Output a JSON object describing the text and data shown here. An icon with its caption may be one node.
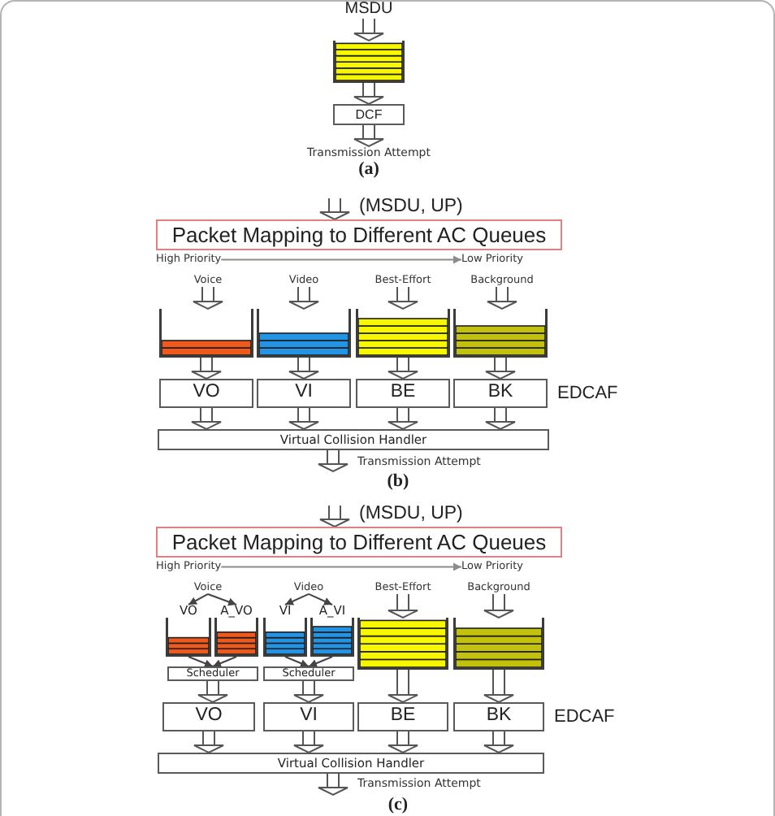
{
  "diagram": {
    "nodes": [
      {
        "text": [
          "MSDU"
        ]
      },
      {
        "text": [],
        "shape": "box"
      },
      {
        "text": [
          "DCF"
        ]
      },
      {
        "text": [
          "Transmission Attempt"
        ]
      },
      {
        "text": [
          "Packet Mapping to Different AC Queues"
        ]
      },
      {
        "text": [
          "High Priority"
        ]
      },
      {
        "text": [
          "Low Priority"
        ]
      },
      {
        "text": [
          "Voice"
        ]
      },
      {
        "text": [
          "Video"
        ]
      },
      {
        "text": [
          "Best-Effort"
        ]
      },
      {
        "text": [
          "Background"
        ]
      },
      {
        "text": [],
        "shape": "box"
      },
      {
        "text": [],
        "shape": "box"
      },
      {
        "text": [],
        "shape": "box"
      },
      {
        "text": [],
        "shape": "box"
      },
      {
        "text": [
          "VO"
        ]
      },
      {
        "text": [
          "VI"
        ]
      },
      {
        "text": [
          "BE"
        ]
      },
      {
        "text": [
          "BK"
        ]
      },
      {
        "text": [
          "Virtual Collision Handler"
        ]
      },
      {
        "text": [
          "Packet Mapping to Different AC Queues"
        ]
      },
      {
        "text": [
          "High Priority"
        ]
      },
      {
        "text": [
          "Low Priority"
        ]
      },
      {
        "text": [
          "Voice"
        ]
      },
      {
        "text": [
          "Video"
        ]
      },
      {
        "text": [
          "Best-Effort"
        ]
      },
      {
        "text": [
          "Background"
        ]
      },
      {
        "text": [
          "VO"
        ]
      },
      {
        "text": [
          "A_VO"
        ]
      },
      {
        "text": [
          "VI"
        ]
      },
      {
        "text": [
          "A_VI"
        ]
      },
      {
        "text": [],
        "shape": "box"
      },
      {
        "text": [],
        "shape": "box"
      },
      {
        "text": [
          "Scheduler"
        ]
      },
      {
        "text": [
          "Scheduler"
        ]
      },
      {
        "text": [
          "VO"
        ]
      },
      {
        "text": [
          "VI"
        ]
      },
      {
        "text": [
          "BE"
        ]
      },
      {
        "text": [
          "BK"
        ]
      },
      {
        "text": [
          "Virtual Collision Handler"
        ]
      }
    ],
    "edges": [
      {
        "from": 0,
        "to": 1,
        "arrow": "to"
      },
      {
        "from": 1,
        "to": 2,
        "arrow": "to"
      },
      {
        "from": 2,
        "to": 3,
        "arrow": "to"
      },
      {
        "from": null,
        "to": 4,
        "arrow": "to",
        "label": "(MSDU, UP)"
      },
      {
        "from": 5,
        "to": 6,
        "arrow": "to"
      },
      {
        "from": 7,
        "to": 11,
        "arrow": "to"
      },
      {
        "from": 8,
        "to": 12,
        "arrow": "to"
      },
      {
        "from": 9,
        "to": 13,
        "arrow": "to"
      },
      {
        "from": 10,
        "to": 14,
        "arrow": "to"
      },
      {
        "from": 11,
        "to": 15,
        "arrow": "to"
      },
      {
        "from": 12,
        "to": 16,
        "arrow": "to"
      },
      {
        "from": 13,
        "to": 17,
        "arrow": "to"
      },
      {
        "from": 14,
        "to": 18,
        "arrow": "to"
      },
      {
        "from": 15,
        "to": 19,
        "arrow": "to"
      },
      {
        "from": 16,
        "to": 19,
        "arrow": "to"
      },
      {
        "from": 17,
        "to": 19,
        "arrow": "to"
      },
      {
        "from": 18,
        "to": 19,
        "arrow": "to"
      },
      {
        "from": 19,
        "to": null,
        "arrow": "to",
        "label": "Transmission Attempt"
      },
      {
        "from": null,
        "to": 20,
        "arrow": "to",
        "label": "(MSDU, UP)"
      },
      {
        "from": 21,
        "to": 22,
        "arrow": "to"
      },
      {
        "from": 23,
        "to": 27,
        "arrow": "to"
      },
      {
        "from": 23,
        "to": 28,
        "arrow": "to"
      },
      {
        "from": 24,
        "to": 29,
        "arrow": "to"
      },
      {
        "from": 24,
        "to": 30,
        "arrow": "to"
      },
      {
        "from": 25,
        "to": 31,
        "arrow": "to"
      },
      {
        "from": 26,
        "to": 32,
        "arrow": "to"
      },
      {
        "from": 27,
        "to": 33,
        "arrow": "to"
      },
      {
        "from": 28,
        "to": 33,
        "arrow": "to"
      },
      {
        "from": 29,
        "to": 34,
        "arrow": "to"
      },
      {
        "from": 30,
        "to": 34,
        "arrow": "to"
      },
      {
        "from": 33,
        "to": 35,
        "arrow": "to"
      },
      {
        "from": 34,
        "to": 36,
        "arrow": "to"
      },
      {
        "from": 31,
        "to": 37,
        "arrow": "to"
      },
      {
        "from": 32,
        "to": 38,
        "arrow": "to"
      },
      {
        "from": 35,
        "to": 39,
        "arrow": "to"
      },
      {
        "from": 36,
        "to": 39,
        "arrow": "to"
      },
      {
        "from": 37,
        "to": 39,
        "arrow": "to"
      },
      {
        "from": 38,
        "to": 39,
        "arrow": "to"
      },
      {
        "from": 39,
        "to": null,
        "arrow": "to",
        "label": "Transmission Attempt"
      }
    ],
    "labels": [
      "(a)",
      "EDCAF",
      "(b)",
      "EDCAF",
      "(c)"
    ]
  }
}
